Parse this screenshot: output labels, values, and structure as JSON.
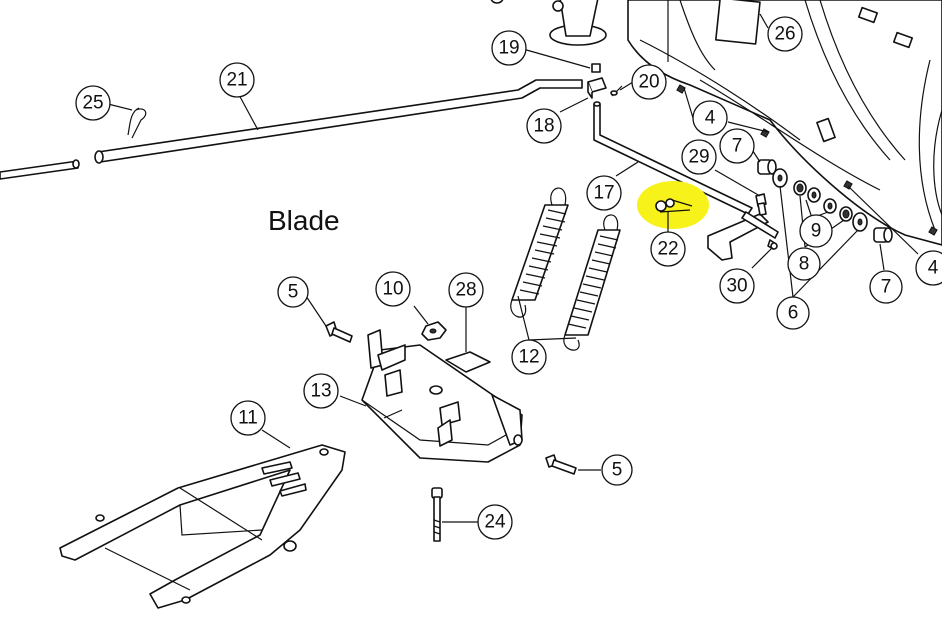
{
  "section_label": "Blade",
  "highlight_color": "#f7f21a",
  "callouts": [
    {
      "id": "c19",
      "label": "19"
    },
    {
      "id": "c20",
      "label": "20"
    },
    {
      "id": "c21",
      "label": "21"
    },
    {
      "id": "c25",
      "label": "25"
    },
    {
      "id": "c18",
      "label": "18"
    },
    {
      "id": "c26",
      "label": "26"
    },
    {
      "id": "c4a",
      "label": "4"
    },
    {
      "id": "c7a",
      "label": "7"
    },
    {
      "id": "c29",
      "label": "29"
    },
    {
      "id": "c17",
      "label": "17"
    },
    {
      "id": "c22",
      "label": "22"
    },
    {
      "id": "c9",
      "label": "9"
    },
    {
      "id": "c8",
      "label": "8"
    },
    {
      "id": "c30",
      "label": "30"
    },
    {
      "id": "c6",
      "label": "6"
    },
    {
      "id": "c7b",
      "label": "7"
    },
    {
      "id": "c4b",
      "label": "4"
    },
    {
      "id": "c5a",
      "label": "5"
    },
    {
      "id": "c10",
      "label": "10"
    },
    {
      "id": "c28",
      "label": "28"
    },
    {
      "id": "c12",
      "label": "12"
    },
    {
      "id": "c13",
      "label": "13"
    },
    {
      "id": "c11",
      "label": "11"
    },
    {
      "id": "c5b",
      "label": "5"
    },
    {
      "id": "c24",
      "label": "24"
    }
  ]
}
